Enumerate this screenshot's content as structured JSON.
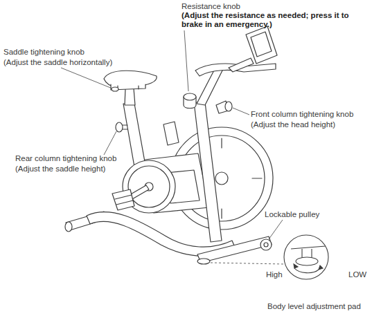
{
  "diagram": {
    "labels": [
      "Resistance knob",
      "(Adjust the resistance as needed; press it to brake in an emergency.)",
      "Saddle tightening knob",
      "(Adjust the saddle horizontally)",
      "Front column tightening knob",
      "(Adjust the head height)",
      "Rear column tightening knob",
      "(Adjust the saddle height)",
      "Lockable pulley",
      "High",
      "LOW",
      "Body level adjustment pad"
    ]
  }
}
